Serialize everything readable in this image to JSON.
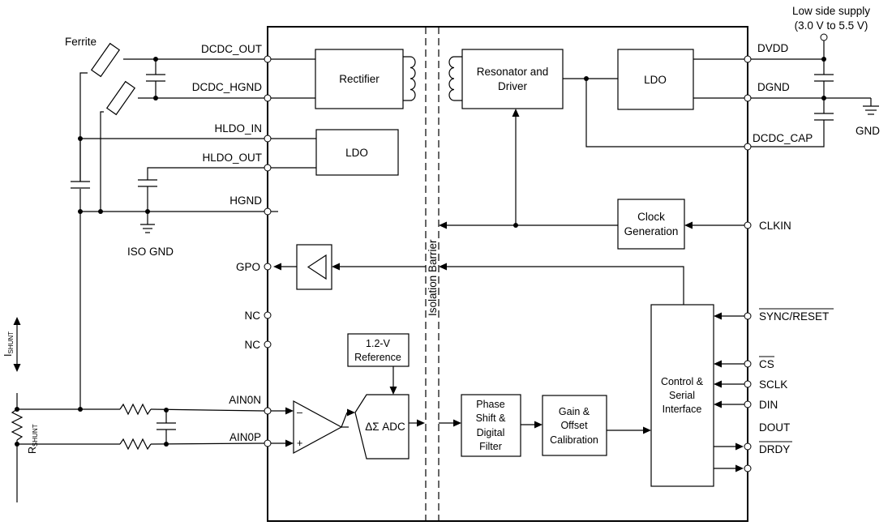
{
  "supply": {
    "line1": "Low side supply",
    "line2": "(3.0 V to 5.5 V)"
  },
  "labels": {
    "ferrite": "Ferrite",
    "gnd": "GND",
    "iso_gnd": "ISO GND",
    "isolation_barrier": "Isolation Barrier",
    "ishunt_main": "I",
    "ishunt_sub": "SHUNT",
    "rshunt_main": "R",
    "rshunt_sub": "SHUNT",
    "minus": "–",
    "plus": "+"
  },
  "pins_left": {
    "dcdc_out": "DCDC_OUT",
    "dcdc_hgnd": "DCDC_HGND",
    "hldo_in": "HLDO_IN",
    "hldo_out": "HLDO_OUT",
    "hgnd": "HGND",
    "gpo": "GPO",
    "nc1": "NC",
    "nc2": "NC",
    "ain0n": "AIN0N",
    "ain0p": "AIN0P"
  },
  "pins_right": {
    "dvdd": "DVDD",
    "dgnd": "DGND",
    "dcdc_cap": "DCDC_CAP",
    "clkin": "CLKIN",
    "sync_reset": "SYNC/RESET",
    "cs": "CS",
    "sclk": "SCLK",
    "din": "DIN",
    "dout": "DOUT",
    "drdy": "DRDY"
  },
  "blocks": {
    "rectifier": "Rectifier",
    "resonator_l1": "Resonator and",
    "resonator_l2": "Driver",
    "ldo_top": "LDO",
    "ldo_hldo": "LDO",
    "clock_l1": "Clock",
    "clock_l2": "Generation",
    "ref_l1": "1.2-V",
    "ref_l2": "Reference",
    "adc": "ΔΣ ADC",
    "phase_l1": "Phase",
    "phase_l2": "Shift &",
    "phase_l3": "Digital",
    "phase_l4": "Filter",
    "gain_l1": "Gain &",
    "gain_l2": "Offset",
    "gain_l3": "Calibration",
    "ctrl_l1": "Control &",
    "ctrl_l2": "Serial",
    "ctrl_l3": "Interface"
  }
}
